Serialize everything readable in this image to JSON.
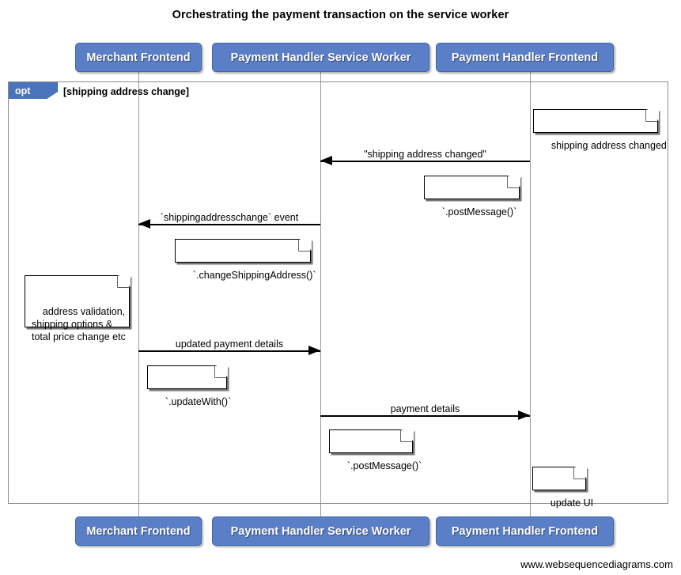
{
  "diagram": {
    "title": "Orchestrating the payment transaction on the service worker",
    "footer": "www.websequencediagrams.com",
    "colors": {
      "participant_fill": "#5b7fc7",
      "participant_border": "#3f63ab",
      "fragment_tab": "#4a73bd",
      "lifeline": "#9a9a9a",
      "frame_border": "#8c8c8c",
      "note_fill": "#ffffff",
      "line": "#000000"
    }
  },
  "participants": [
    {
      "name": "Merchant Frontend"
    },
    {
      "name": "Payment Handler Service Worker"
    },
    {
      "name": "Payment Handler Frontend"
    }
  ],
  "fragment": {
    "kind": "opt",
    "guard": "[shipping address change]"
  },
  "messages": [
    {
      "label": "\"shipping address changed\"",
      "from": "Payment Handler Frontend",
      "to": "Payment Handler Service Worker",
      "direction": "left"
    },
    {
      "label": "`shippingaddresschange` event",
      "from": "Payment Handler Service Worker",
      "to": "Merchant Frontend",
      "direction": "left"
    },
    {
      "label": "updated payment details",
      "from": "Merchant Frontend",
      "to": "Payment Handler Service Worker",
      "direction": "right"
    },
    {
      "label": "payment details",
      "from": "Payment Handler Service Worker",
      "to": "Payment Handler Frontend",
      "direction": "right"
    }
  ],
  "notes": [
    {
      "text": "shipping address changed"
    },
    {
      "text": "`.postMessage()`"
    },
    {
      "text": "`.changeShippingAddress()`"
    },
    {
      "text": "address validation,\nshipping options &\ntotal price change etc"
    },
    {
      "text": "`.updateWith()`"
    },
    {
      "text": "`.postMessage()`"
    },
    {
      "text": "update UI"
    }
  ]
}
